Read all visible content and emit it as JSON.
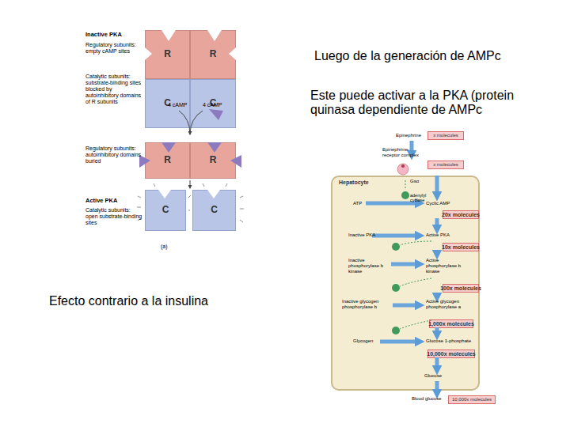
{
  "diagram": {
    "nodes": [
      {
        "text": [
          "R"
        ]
      },
      {
        "text": [
          "R"
        ]
      },
      {
        "text": [
          "C"
        ]
      },
      {
        "text": [
          "C"
        ]
      },
      {
        "text": [
          "R"
        ]
      },
      {
        "text": [
          "R"
        ]
      },
      {
        "text": [
          "C"
        ]
      },
      {
        "text": [
          "C"
        ]
      },
      {
        "text": [
          "x molecules"
        ]
      },
      {
        "text": [
          "x molecules"
        ]
      },
      {
        "text": [
          "Hepatocyte"
        ]
      },
      {
        "text": [
          "20x molecules"
        ],
        "in": 10
      },
      {
        "text": [
          "10x molecules"
        ],
        "in": 10
      },
      {
        "text": [
          "100x molecules"
        ],
        "in": 10
      },
      {
        "text": [
          "1,000x molecules"
        ],
        "in": 10
      },
      {
        "text": [
          "10,000x molecules"
        ],
        "in": 10
      },
      {
        "text": [
          "10,000x molecules"
        ]
      }
    ],
    "labels": [
      "Luego de la generación de AMPc",
      "Este puede activar a la PKA (protein quinasa dependiente de AMPc",
      "Efecto contrario a la insulina",
      "Inactive PKA",
      "Regulatory subunits: empty cAMP sites",
      "Catalytic subunits: substrate-binding sites blocked by autoinhibitory domains of R subunits",
      "4 cAMP",
      "4 cAMP",
      "Regulatory subunits: autoinhibitory domains buried",
      "Active PKA",
      "Catalytic subunits: open substrate-binding sites",
      "(a)",
      "Epinephrine",
      "Epinephrine-receptor complex",
      "Gsα",
      "ATP",
      "Cyclic AMP",
      "adenylyl cyclase",
      "Inactive PKA",
      "Active PKA",
      "Inactive phosphorylase b kinase",
      "Active phosphorylase b kinase",
      "Inactive glycogen phosphorylase b",
      "Active glycogen phosphorylase a",
      "Glycogen",
      "Glucose 1-phosphate",
      "Glucose",
      "Blood glucose"
    ]
  }
}
